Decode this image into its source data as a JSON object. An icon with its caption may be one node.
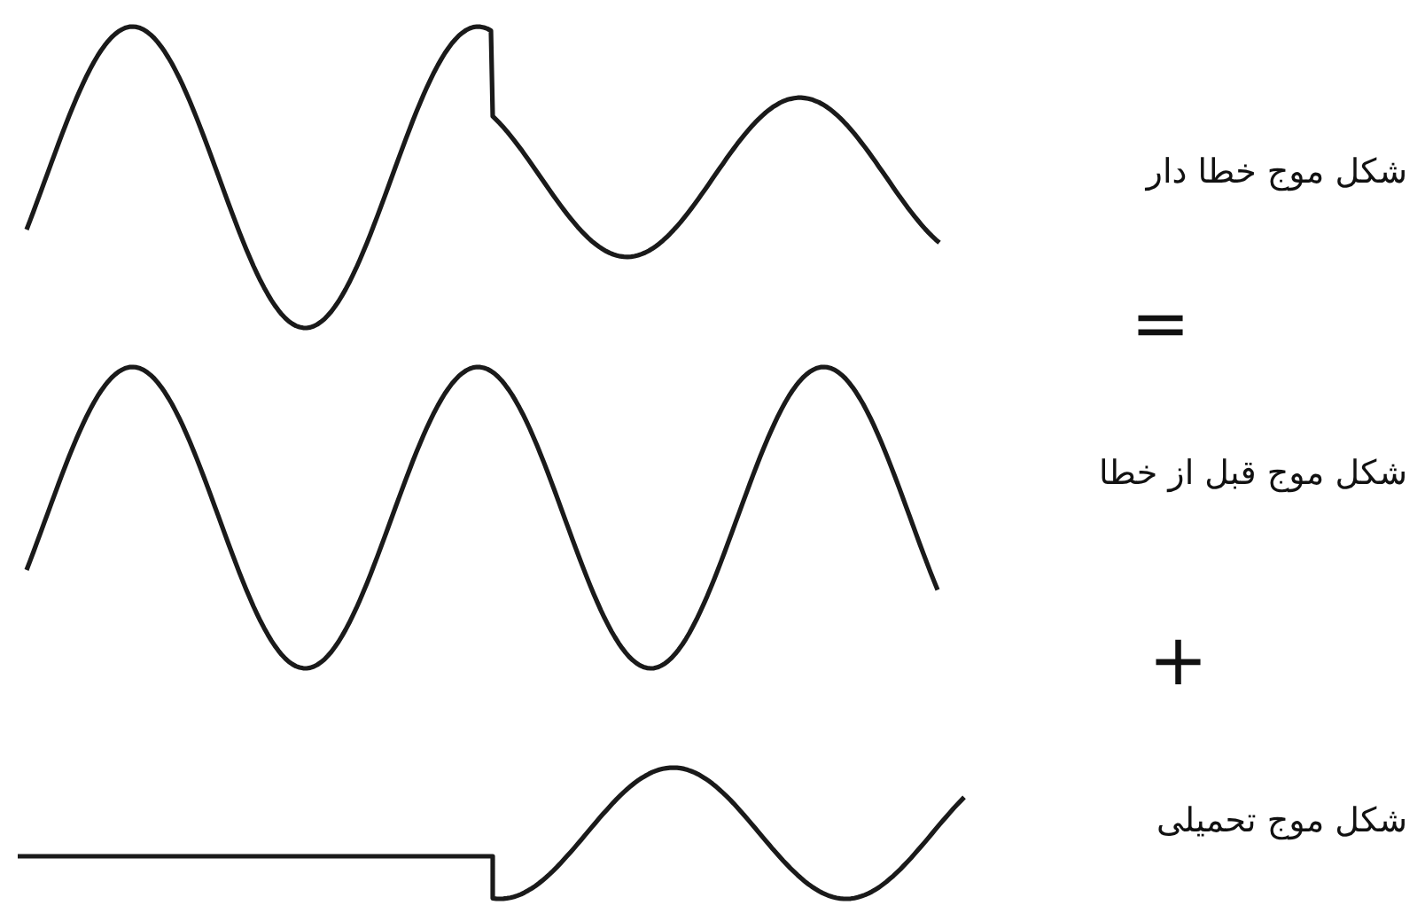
{
  "diagram": {
    "labels": [
      "شکل موج خطا دار",
      "=",
      "شکل موج قبل از خطا",
      "+",
      "شکل موج تحمیلی"
    ]
  }
}
